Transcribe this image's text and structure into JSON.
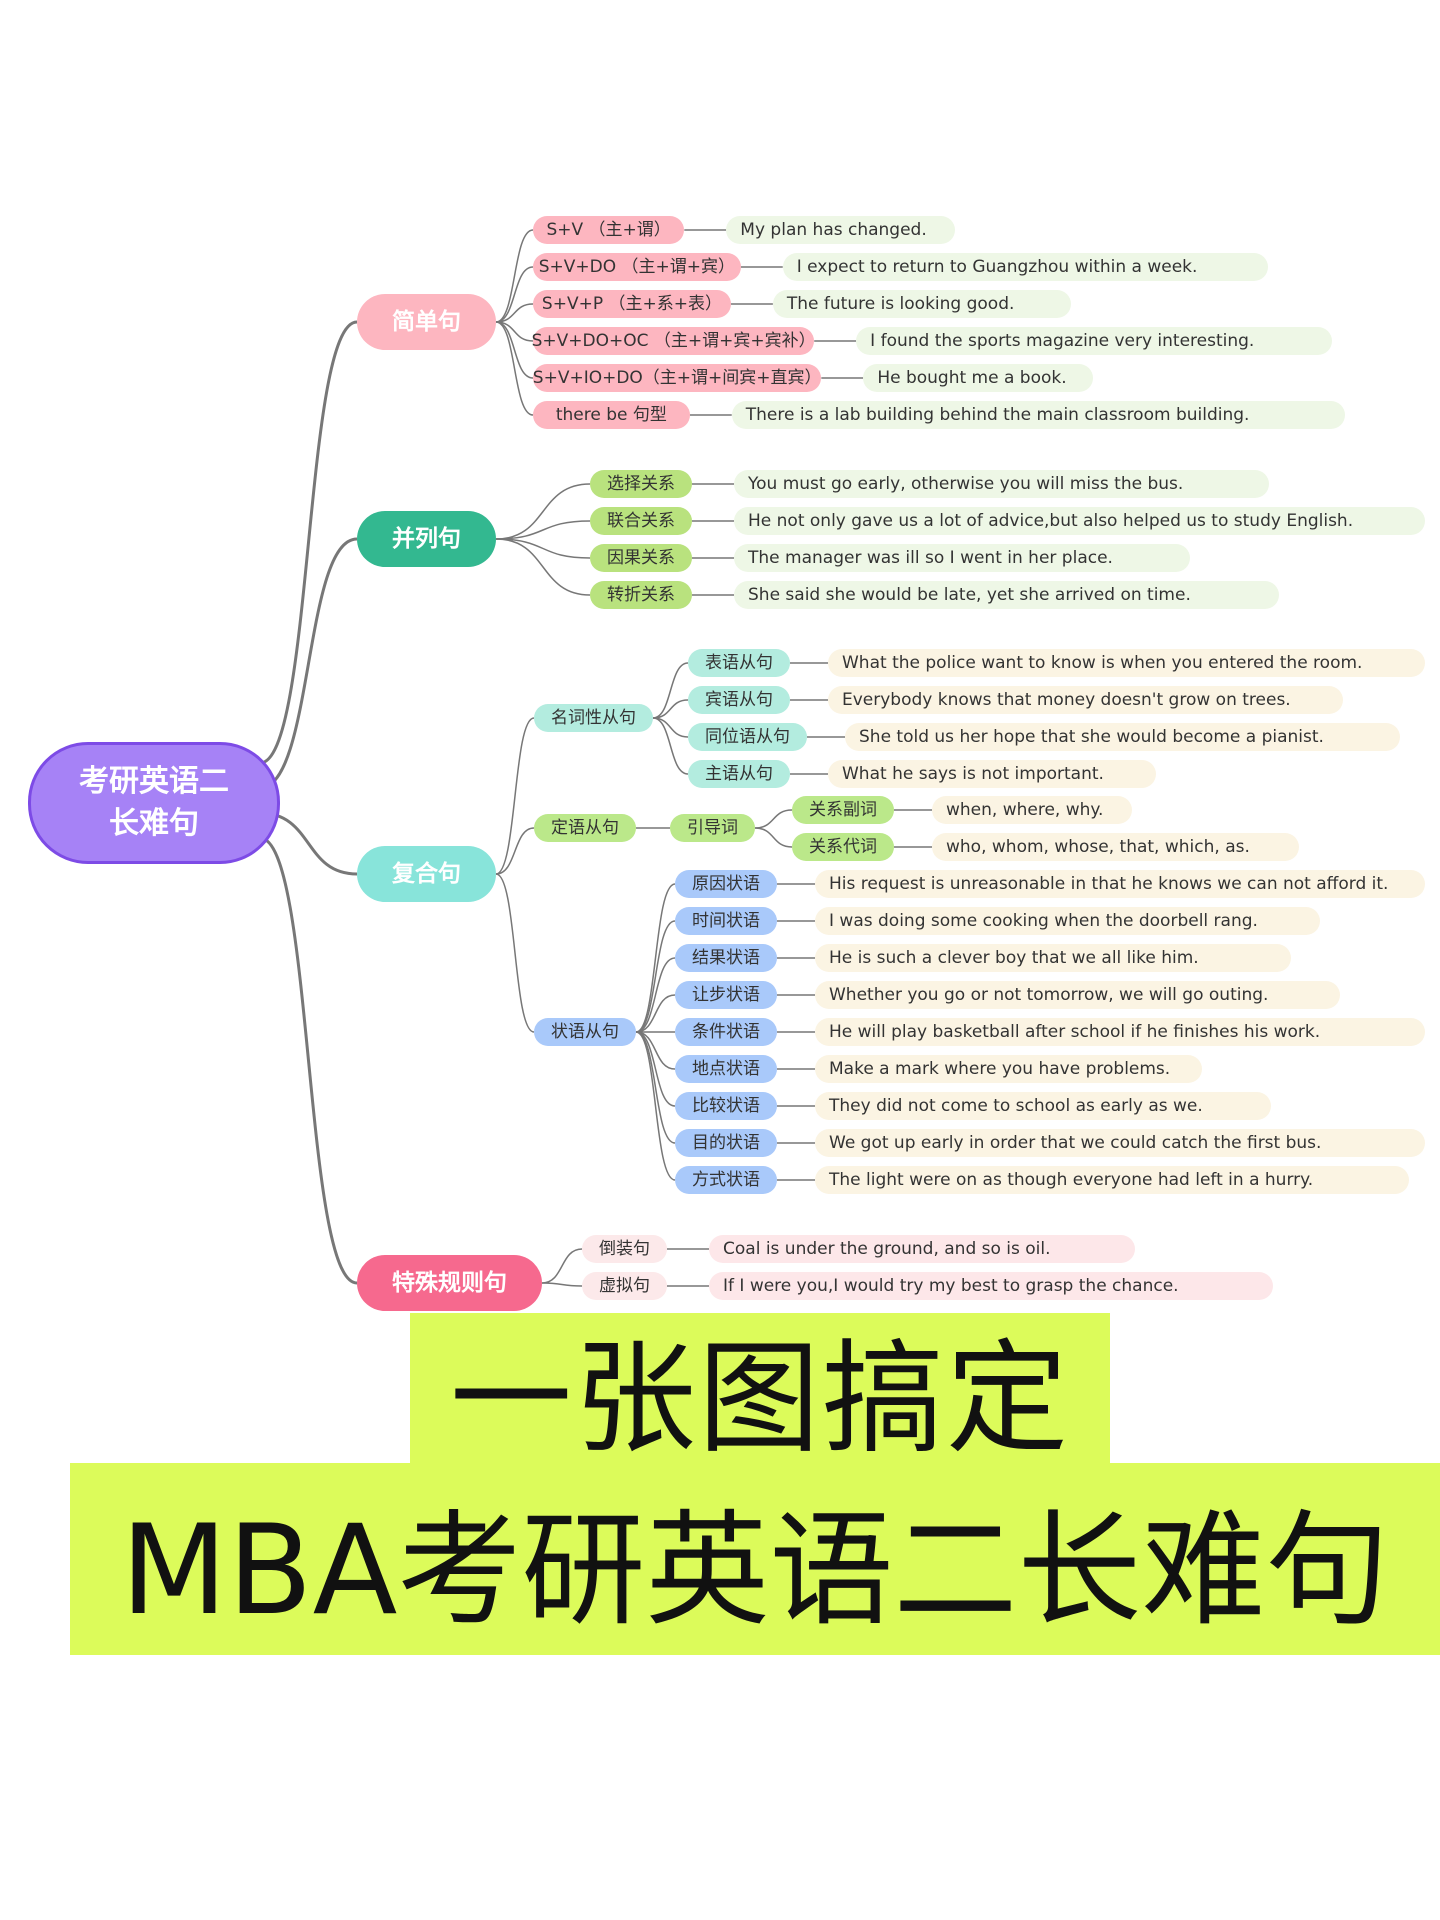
{
  "root": "考研英语二长难句",
  "colors": {
    "root": "#a682f6",
    "simple": "#fdb6c0",
    "simple_leaf": "#eef7e6",
    "parallel": "#33b890",
    "parallel_child": "#b9e27e",
    "parallel_leaf": "#eef7e6",
    "compound": "#88e4da",
    "compound_child": "#b3ecdf",
    "relative_child": "#bbe88a",
    "compound_leaf": "#fbf4e3",
    "adverb_child": "#a9c9fa",
    "special": "#f6698e",
    "special_child": "#fce9ea",
    "special_leaf": "#fde7e9",
    "line": "#777777"
  },
  "branches": [
    {
      "label": "简单句",
      "children": [
        {
          "label": "S+V （主+谓）",
          "example": "My plan has changed."
        },
        {
          "label": "S+V+DO （主+谓+宾）",
          "example": "I expect to return to Guangzhou within a week."
        },
        {
          "label": "S+V+P （主+系+表）",
          "example": "The future is looking good."
        },
        {
          "label": "S+V+DO+OC （主+谓+宾+宾补）",
          "example": "I found the sports magazine very interesting."
        },
        {
          "label": "S+V+IO+DO（主+谓+间宾+直宾）",
          "example": "He bought me a book."
        },
        {
          "label": "there be 句型",
          "example": "There is a lab building behind the main classroom building."
        }
      ]
    },
    {
      "label": "并列句",
      "children": [
        {
          "label": "选择关系",
          "example": "You must go early, otherwise you will miss the bus."
        },
        {
          "label": "联合关系",
          "example": "He not only gave us a lot of advice,but also helped us to study English."
        },
        {
          "label": "因果关系",
          "example": "The manager was ill so I went in her place."
        },
        {
          "label": "转折关系",
          "example": "She said she would be late, yet she arrived on time."
        }
      ]
    },
    {
      "label": "复合句",
      "children": [
        {
          "label": "名词性从句",
          "children": [
            {
              "label": "表语从句",
              "example": "What the police want to know is when you entered the room."
            },
            {
              "label": "宾语从句",
              "example": "Everybody knows that money doesn't grow on trees."
            },
            {
              "label": "同位语从句",
              "example": "She told us her hope that she would become a pianist."
            },
            {
              "label": "主语从句",
              "example": "What he says is not important."
            }
          ]
        },
        {
          "label": "定语从句",
          "mid": "引导词",
          "children": [
            {
              "label": "关系副词",
              "example": "when, where, why."
            },
            {
              "label": "关系代词",
              "example": "who, whom, whose, that, which, as."
            }
          ]
        },
        {
          "label": "状语从句",
          "children": [
            {
              "label": "原因状语",
              "example": "His request is unreasonable in that he knows we can not afford it."
            },
            {
              "label": "时间状语",
              "example": "I was doing some cooking when the doorbell rang."
            },
            {
              "label": "结果状语",
              "example": "He is such a clever boy that we all like him."
            },
            {
              "label": "让步状语",
              "example": "Whether you go or not tomorrow, we will go outing."
            },
            {
              "label": "条件状语",
              "example": "He will play basketball after school if he finishes his work."
            },
            {
              "label": "地点状语",
              "example": "Make a mark where you have problems."
            },
            {
              "label": "比较状语",
              "example": "They did not come to school as early as we."
            },
            {
              "label": "目的状语",
              "example": "We got up early in order that we could catch the first bus."
            },
            {
              "label": "方式状语",
              "example": "The light were on as though everyone had left in a hurry."
            }
          ]
        }
      ]
    },
    {
      "label": "特殊规则句",
      "children": [
        {
          "label": "倒装句",
          "example": "Coal is under the ground, and so is oil."
        },
        {
          "label": "虚拟句",
          "example": "If I were you,I would try my best to grasp the chance."
        }
      ]
    }
  ],
  "banner": {
    "line1": "一张图搞定",
    "line2": "MBA考研英语二长难句"
  }
}
